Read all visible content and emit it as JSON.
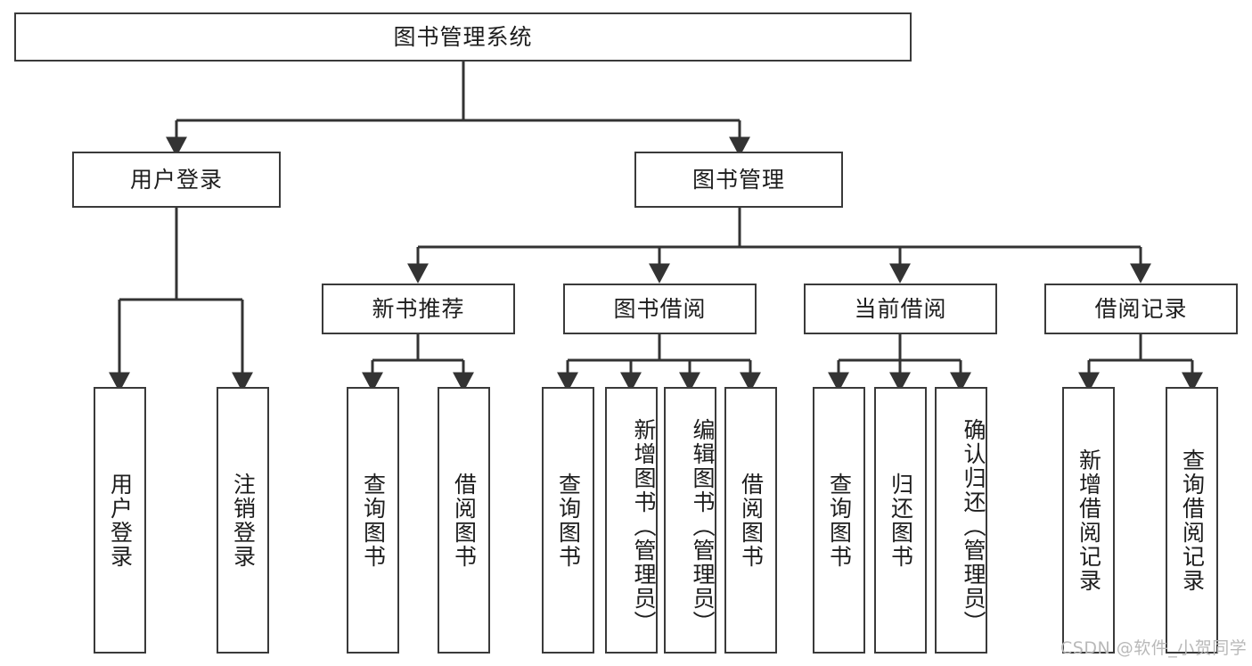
{
  "diagram": {
    "title": "图书管理系统",
    "type": "hierarchy-tree",
    "root": {
      "label": "图书管理系统"
    },
    "level2": [
      {
        "label": "用户登录"
      },
      {
        "label": "图书管理"
      }
    ],
    "level3": [
      {
        "label": "新书推荐"
      },
      {
        "label": "图书借阅"
      },
      {
        "label": "当前借阅"
      },
      {
        "label": "借阅记录"
      }
    ],
    "leaves": {
      "user_login": [
        {
          "label": "用户登录"
        },
        {
          "label": "注销登录"
        }
      ],
      "new_book_recommend": [
        {
          "label": "查询图书"
        },
        {
          "label": "借阅图书"
        }
      ],
      "book_borrow": [
        {
          "label": "查询图书"
        },
        {
          "label": "新增图书（管理员）"
        },
        {
          "label": "编辑图书（管理员）"
        },
        {
          "label": "借阅图书"
        }
      ],
      "current_borrow": [
        {
          "label": "查询图书"
        },
        {
          "label": "归还图书"
        },
        {
          "label": "确认归还（管理员）"
        }
      ],
      "borrow_record": [
        {
          "label": "新增借阅记录"
        },
        {
          "label": "查询借阅记录"
        }
      ]
    }
  },
  "watermark": {
    "text": "CSDN @软件_小贺同学"
  },
  "colors": {
    "box_border": "#3a3a3a",
    "line": "#333333",
    "text": "#1d1d1d",
    "background": "#ffffff",
    "watermark": "#b9b9b9"
  }
}
